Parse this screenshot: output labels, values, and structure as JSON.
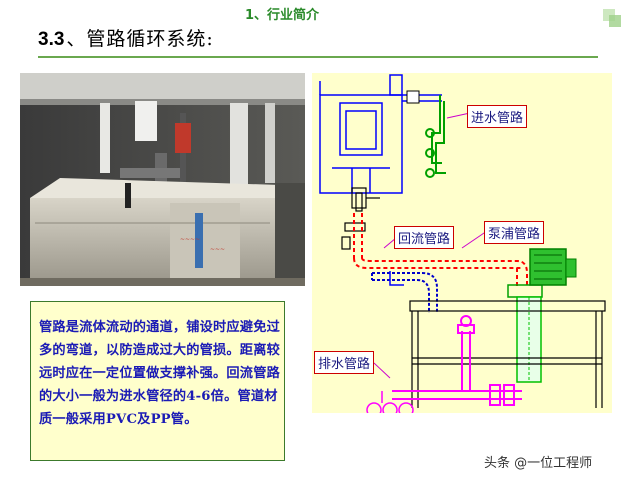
{
  "header": {
    "section_nav": "1、行业简介",
    "title_number": "3.3",
    "title_text": "、管路循环系统:"
  },
  "description": {
    "text": "管路是流体流动的通道，铺设时应避免过多的弯道，以防造成过大的管损。距离较远时应在一定位置做支撑补强。回流管路的大小一般为进水管径的4-6倍。管道材质一般采用PVC及PP管。"
  },
  "diagram": {
    "labels": {
      "inlet": "进水管路",
      "return": "回流管路",
      "pump": "泵浦管路",
      "drain": "排水管路"
    },
    "colors": {
      "background": "#ffffcc",
      "structure": "#0000ff",
      "pipe_red": "#ff0000",
      "pump_green": "#00c000",
      "pipe_magenta": "#ff00ff"
    }
  },
  "watermark": {
    "text": "头条 @一位工程师"
  }
}
